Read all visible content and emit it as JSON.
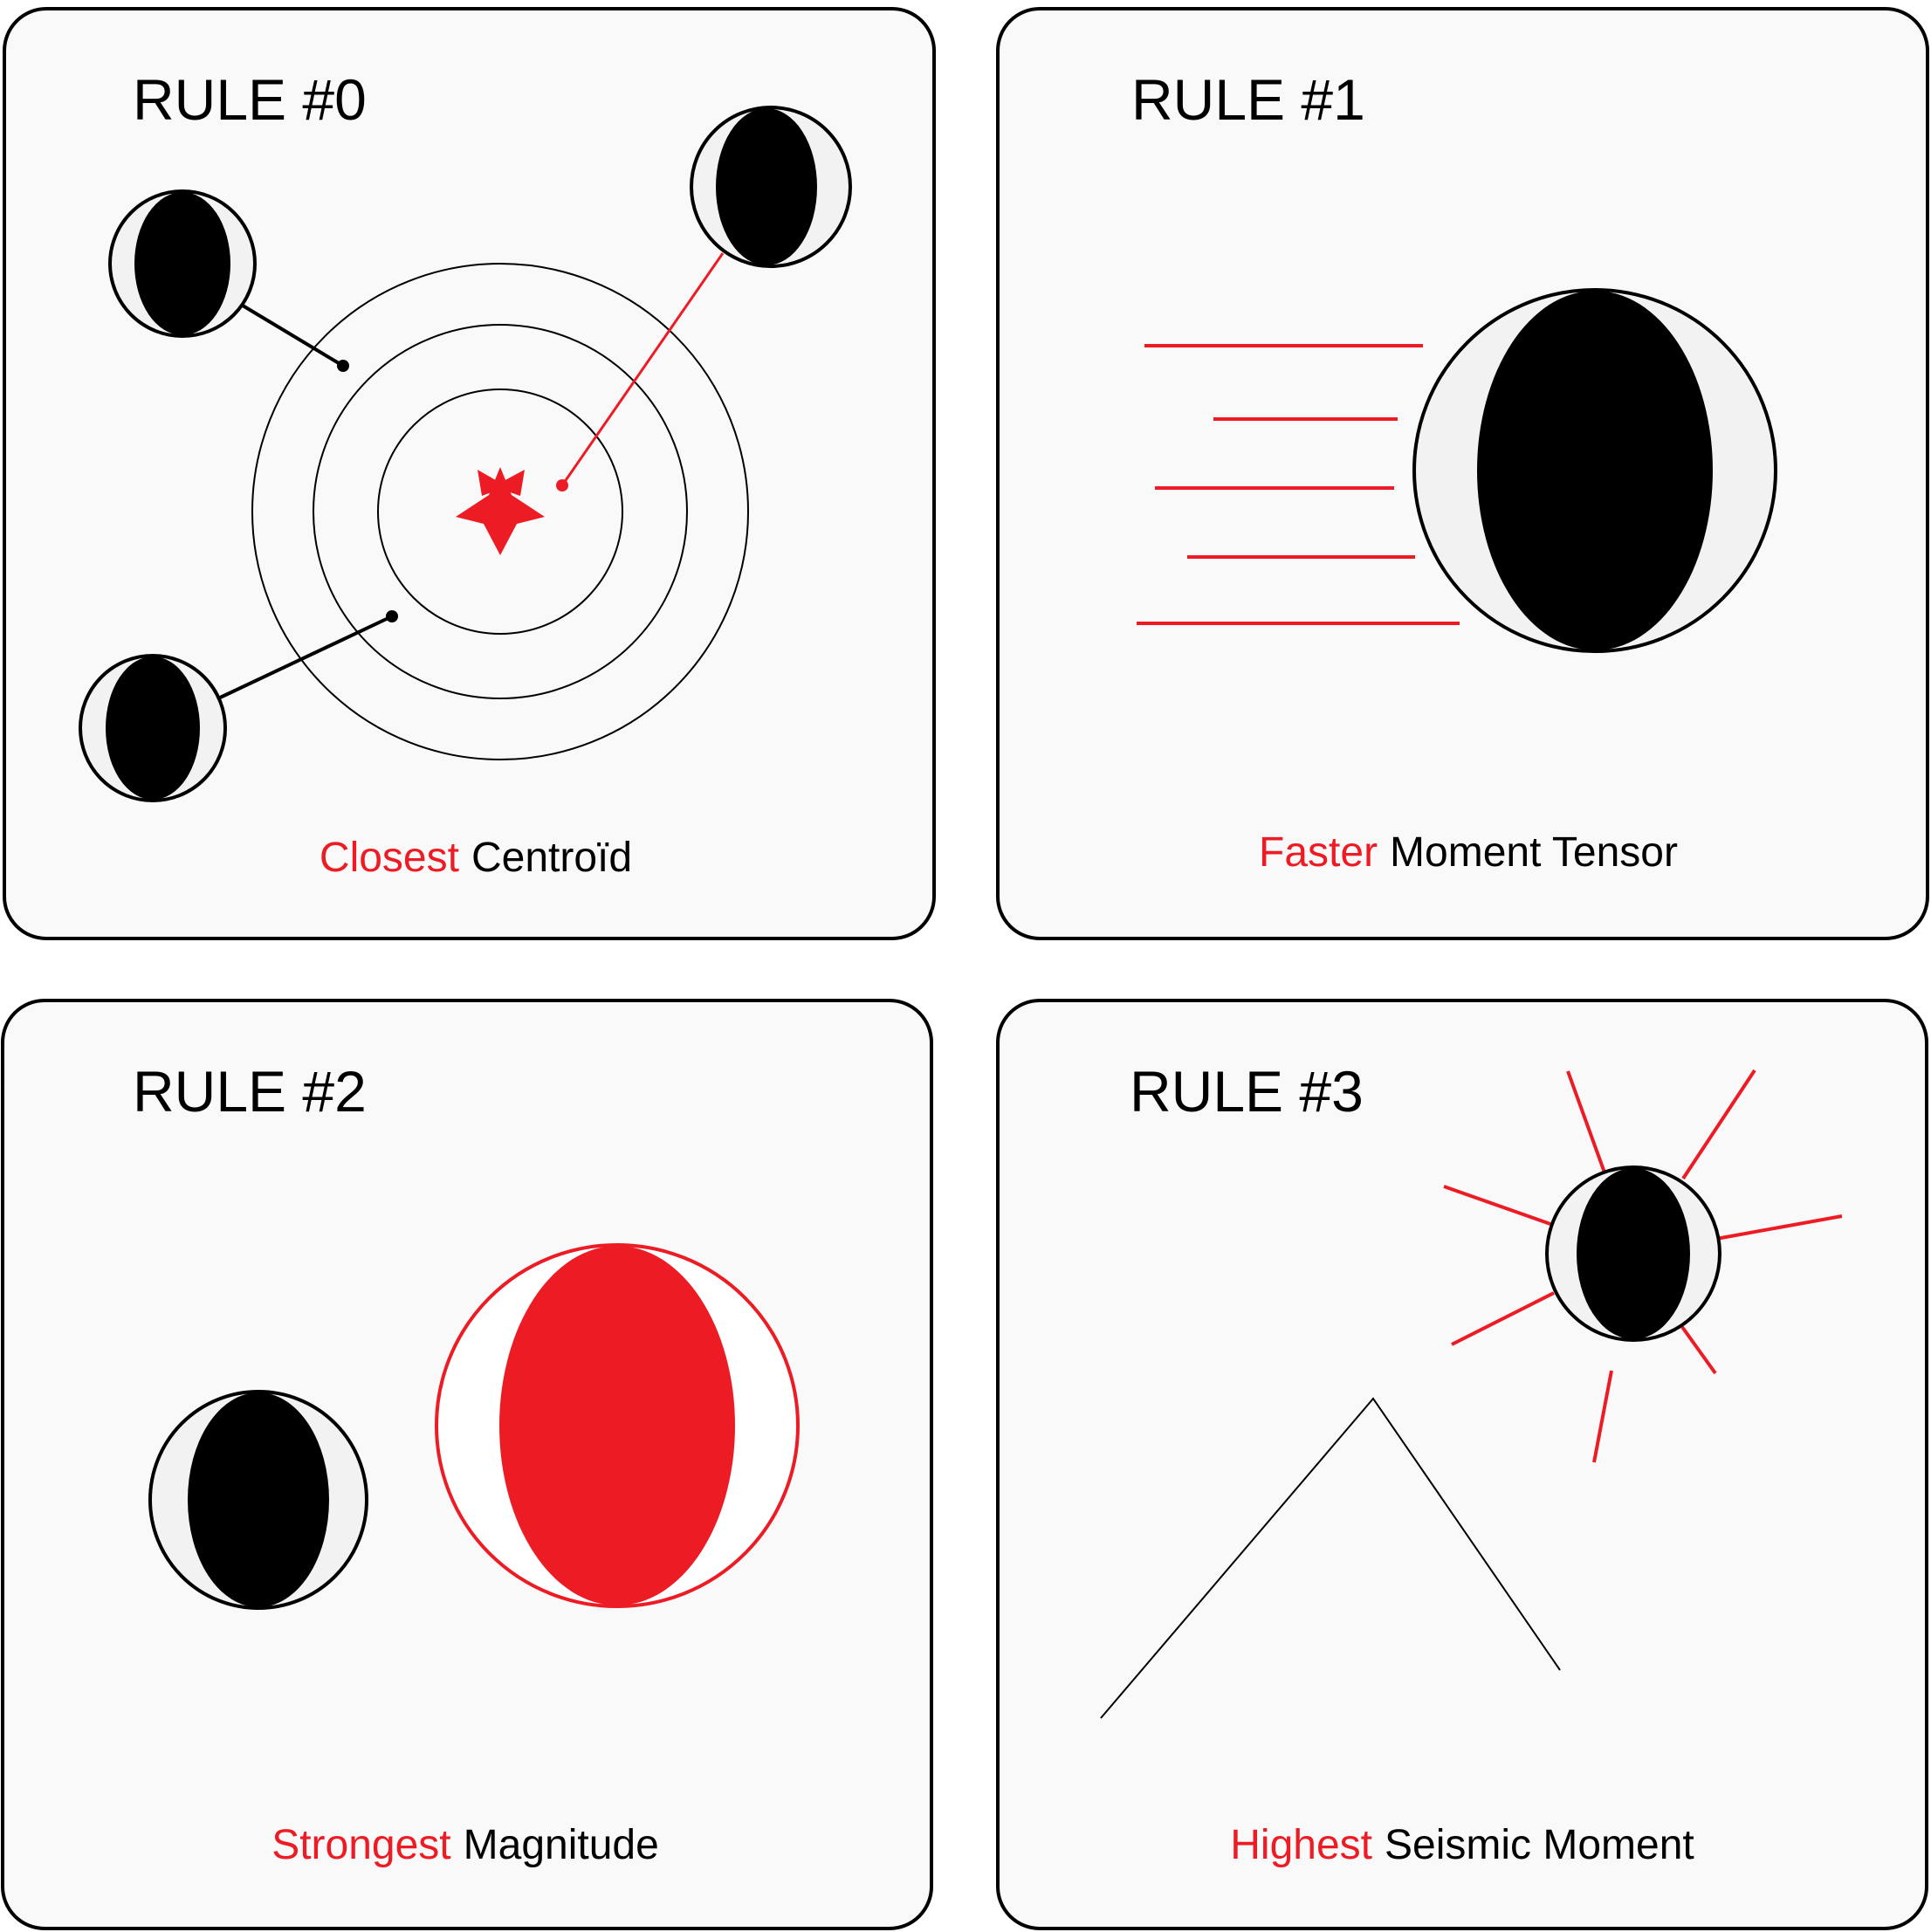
{
  "colors": {
    "accent": "#ed1c24",
    "ink": "#000000",
    "panel": "#f9f9f9",
    "beachball_light": "#f2f2f2"
  },
  "panels": [
    {
      "title": "RULE #0",
      "caption_highlight": "Closest",
      "caption_rest": "Centroïd",
      "graphic": "concentric-rings-with-star-and-beachballs"
    },
    {
      "title": "RULE #1",
      "caption_highlight": "Faster",
      "caption_rest": "Moment Tensor",
      "graphic": "beachball-with-speed-lines"
    },
    {
      "title": "RULE #2",
      "caption_highlight": "Strongest",
      "caption_rest": "Magnitude",
      "graphic": "small-black-and-large-red-beachballs"
    },
    {
      "title": "RULE #3",
      "caption_highlight": "Highest",
      "caption_rest": "Seismic Moment",
      "graphic": "beachball-with-rays-above-peak"
    }
  ]
}
